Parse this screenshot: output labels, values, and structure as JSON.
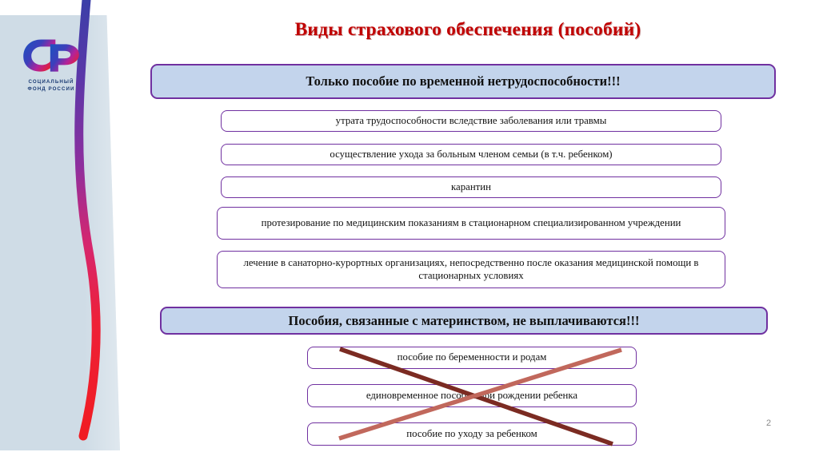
{
  "slide": {
    "title": "Виды страхового обеспечения (пособий)",
    "page_number": "2",
    "title_color": "#C00000",
    "banner_fill": "#C3D4EC",
    "box_border_color": "#7030A0",
    "sidebar_color": "#CFDCE6"
  },
  "logo": {
    "name": "sfr-logo",
    "caption": "СОЦИАЛЬНЫЙ\nФОНД РОССИИ",
    "gradient_from": "#1B53C0",
    "gradient_to": "#E8202A"
  },
  "sections": [
    {
      "banner": "Только пособие по временной нетрудоспособности!!!",
      "items": [
        "утрата трудоспособности вследствие заболевания или травмы",
        "осуществление ухода за больным членом семьи (в т.ч. ребенком)",
        "карантин",
        "протезирование по медицинским показаниям в стационарном специализированном учреждении",
        "лечение в санаторно-курортных организациях, непосредственно после оказания медицинской помощи в стационарных условиях"
      ]
    },
    {
      "banner": "Пособия, связанные с материнством, не выплачиваются!!!",
      "crossed_out": true,
      "items": [
        "пособие по беременности и родам",
        "единовременное пособие при рождении ребенка",
        "пособие по уходу за ребенком"
      ],
      "cross_colors": {
        "dark": "#7B2B22",
        "light": "#C1685C"
      }
    }
  ]
}
